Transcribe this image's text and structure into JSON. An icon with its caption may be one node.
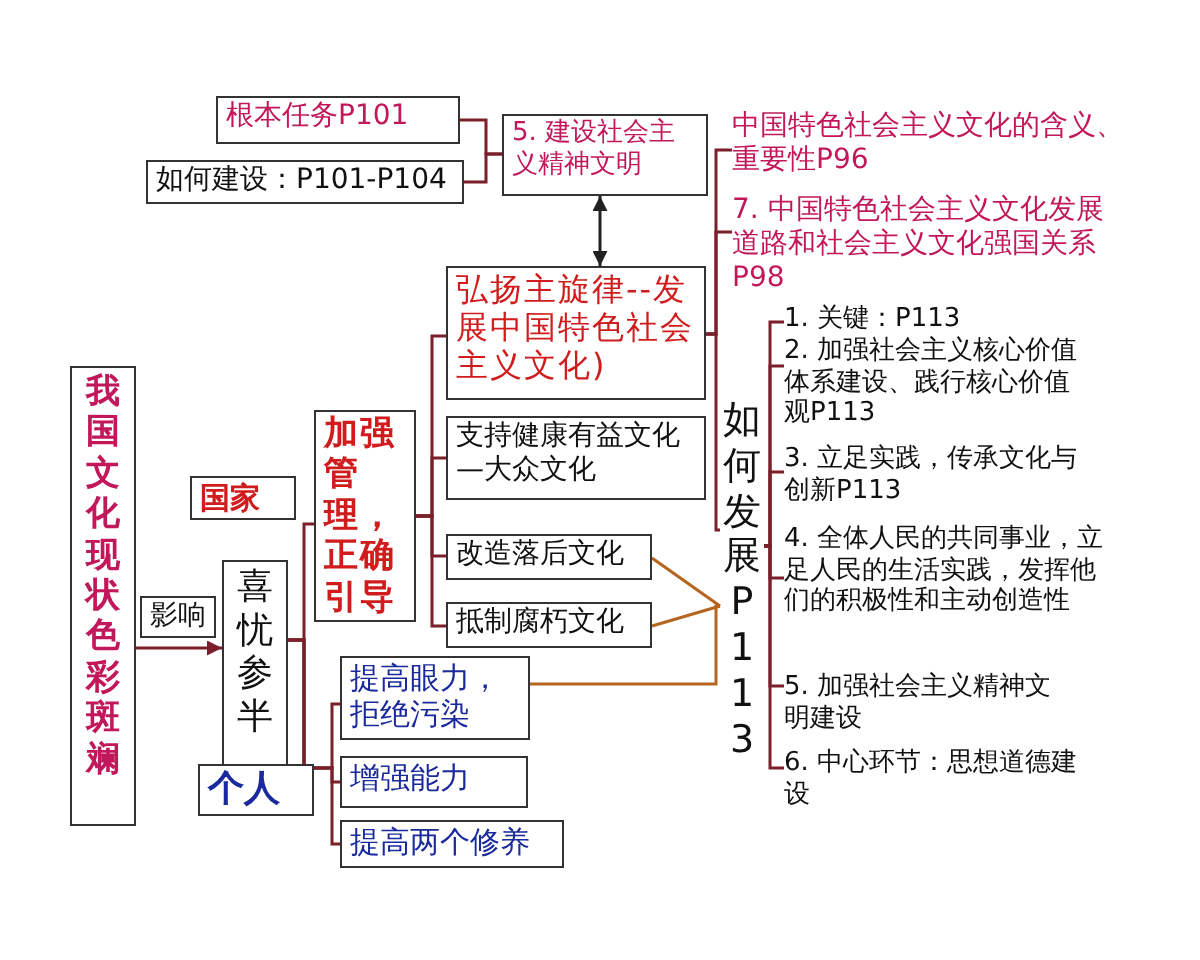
{
  "diagram": {
    "nodes": [
      {
        "text": [
          "我国文化现状色彩斑斓"
        ]
      },
      {
        "text": [
          "喜忧参半"
        ]
      },
      {
        "text": [
          "国家"
        ]
      },
      {
        "text": [
          "个人"
        ]
      },
      {
        "text": [
          "加强管理，正确引导"
        ]
      },
      {
        "text": [
          "弘扬主旋律--发展中国特色社会主义文化)"
        ]
      },
      {
        "text": [
          "支持健康有益文化—大众文化"
        ]
      },
      {
        "text": [
          "改造落后文化"
        ]
      },
      {
        "text": [
          "抵制腐朽文化"
        ]
      },
      {
        "text": [
          "提高眼力，拒绝污染"
        ]
      },
      {
        "text": [
          "增强能力"
        ]
      },
      {
        "text": [
          "提高两个修养"
        ]
      },
      {
        "text": [
          "5. 建设社会主义精神文明"
        ]
      },
      {
        "text": [
          "根本任务P101"
        ]
      },
      {
        "text": [
          "如何建设：P101-P104"
        ]
      },
      {
        "text": [
          "如何发展P113"
        ]
      },
      {
        "text": [
          "中国特色社会主义文化的含义、重要性P96"
        ]
      },
      {
        "text": [
          "7. 中国特色社会主义文化发展道路和社会主义文化强国关系P98"
        ]
      },
      {
        "text": [
          "1. 关键：P113"
        ]
      },
      {
        "text": [
          "2. 加强社会主义核心价值体系建设、践行核心价值观P113"
        ]
      },
      {
        "text": [
          "3. 立足实践，传承文化与创新P113"
        ]
      },
      {
        "text": [
          "4. 全体人民的共同事业，立足人民的生活实践，发挥他们的积极性和主动创造性"
        ]
      },
      {
        "text": [
          "5. 加强社会主义精神文明建设"
        ]
      },
      {
        "text": [
          "6. 中心环节：思想道德建设"
        ]
      }
    ],
    "edges": [
      {
        "from": 0,
        "to": 1,
        "arrow": "to",
        "label": "影响"
      },
      {
        "from": 1,
        "to": 4,
        "arrow": "none"
      },
      {
        "from": 1,
        "to": 9,
        "arrow": "none"
      },
      {
        "from": 1,
        "to": 10,
        "arrow": "none"
      },
      {
        "from": 1,
        "to": 11,
        "arrow": "none"
      },
      {
        "from": 4,
        "to": 5,
        "arrow": "none"
      },
      {
        "from": 4,
        "to": 6,
        "arrow": "none"
      },
      {
        "from": 4,
        "to": 7,
        "arrow": "none"
      },
      {
        "from": 4,
        "to": 8,
        "arrow": "none"
      },
      {
        "from": 13,
        "to": 12,
        "arrow": "none"
      },
      {
        "from": 14,
        "to": 12,
        "arrow": "none"
      },
      {
        "from": 12,
        "to": 5,
        "arrow": "both",
        "color": "#222222"
      },
      {
        "from": 5,
        "to": 16,
        "arrow": "none"
      },
      {
        "from": 5,
        "to": 17,
        "arrow": "none"
      },
      {
        "from": 5,
        "to": 15,
        "arrow": "none"
      },
      {
        "from": 7,
        "to": 15,
        "arrow": "none",
        "color": "#b5651d"
      },
      {
        "from": 8,
        "to": 15,
        "arrow": "none",
        "color": "#b5651d"
      },
      {
        "from": 9,
        "to": 15,
        "arrow": "none",
        "color": "#b5651d"
      },
      {
        "from": 15,
        "to": 18,
        "arrow": "none"
      },
      {
        "from": 15,
        "to": 19,
        "arrow": "none"
      },
      {
        "from": 15,
        "to": 20,
        "arrow": "none"
      },
      {
        "from": 15,
        "to": 21,
        "arrow": "none"
      },
      {
        "from": 15,
        "to": 22,
        "arrow": "none"
      },
      {
        "from": 15,
        "to": 23,
        "arrow": "none"
      }
    ]
  }
}
